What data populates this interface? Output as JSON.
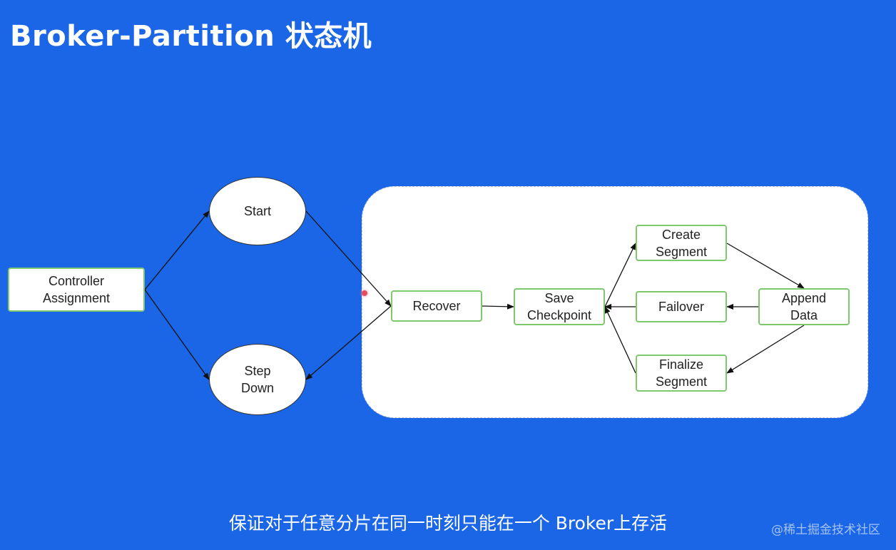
{
  "slide": {
    "title": "Broker-Partition 状态机",
    "subtitle": "保证对于任意分片在同一时刻只能在一个 Broker上存活",
    "watermark": "@稀土掘金技术社区"
  },
  "diagram": {
    "nodes": {
      "controller_assignment": "Controller\nAssignment",
      "start": "Start",
      "step_down": "Step\nDown",
      "recover": "Recover",
      "save_checkpoint": "Save\nCheckpoint",
      "create_segment": "Create\nSegment",
      "failover": "Failover",
      "finalize_segment": "Finalize\nSegment",
      "append_data": "Append\nData"
    },
    "edges": [
      {
        "from": "controller_assignment",
        "to": "start"
      },
      {
        "from": "controller_assignment",
        "to": "step_down"
      },
      {
        "from": "start",
        "to": "recover"
      },
      {
        "from": "recover",
        "to": "step_down"
      },
      {
        "from": "recover",
        "to": "save_checkpoint"
      },
      {
        "from": "save_checkpoint",
        "to": "create_segment"
      },
      {
        "from": "create_segment",
        "to": "append_data"
      },
      {
        "from": "append_data",
        "to": "failover"
      },
      {
        "from": "failover",
        "to": "save_checkpoint"
      },
      {
        "from": "append_data",
        "to": "finalize_segment"
      },
      {
        "from": "finalize_segment",
        "to": "save_checkpoint"
      }
    ]
  },
  "colors": {
    "background": "#1a66e6",
    "node_border": "#7ec86e",
    "edge": "#111111",
    "pointer_dot": "#e84a5f"
  }
}
